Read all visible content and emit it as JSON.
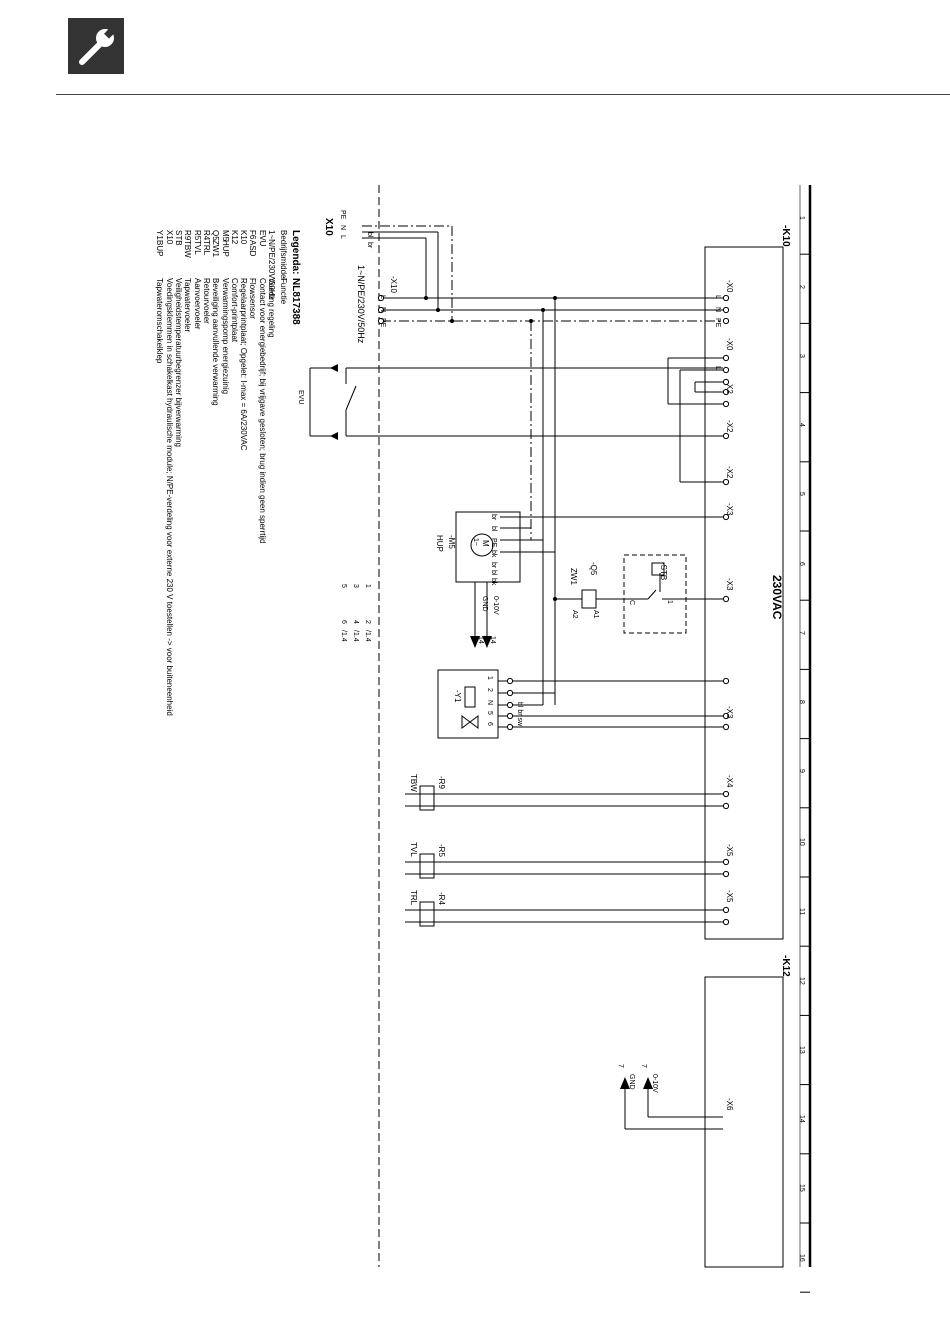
{
  "drawing": {
    "ruler_numbers": [
      "1",
      "2",
      "3",
      "4",
      "5",
      "6",
      "7",
      "8",
      "9",
      "10",
      "11",
      "12",
      "13",
      "14",
      "15",
      "16"
    ],
    "k10": "-K10",
    "k12": "-K12",
    "supply_voltage": "230VAC",
    "x10_terminal": "X10",
    "x10_label": "-X10",
    "supply_spec": "1~N/PE/230V/50Hz",
    "x10_pins": [
      "L",
      "N",
      "PE"
    ],
    "wire_colors_in": [
      "PE",
      "N",
      "L"
    ],
    "wire_bl": "bl",
    "wire_br": "br",
    "x0": "-X0",
    "x0_pins": [
      "L",
      "N",
      "PE"
    ],
    "x0_b": "-X0",
    "x2a": "X2",
    "x2b": "-X2",
    "x2c": "-X2",
    "x3a": "-X3",
    "x3b": "-X3",
    "x3c": "-X3",
    "x4": "-X4",
    "x5a": "-X5",
    "x5b": "-X5",
    "x6": "-X6",
    "pin_l": "L",
    "pin_1": "1",
    "pin_c": "C",
    "evu": "EVU",
    "stb": "-STB",
    "q5": "-Q5",
    "zw1": "ZW1",
    "a1": "A1",
    "a2": "A2",
    "m5": "-M5",
    "hup": "HUP",
    "motor_m": "M",
    "motor_phase": "1~",
    "motor_wires_left": [
      "br",
      "bl",
      "PE",
      "bk"
    ],
    "motor_wires_right": [
      "br",
      "bl",
      "bk"
    ],
    "signal_010v": "0-10V",
    "signal_gnd": "GND",
    "ref_14": "14",
    "ref_7": "7",
    "relay_refs": [
      "1",
      "2",
      "3",
      "4",
      "5",
      "6"
    ],
    "relay_ref_page": "/1.4",
    "y1": "-Y1",
    "y1_pins": [
      "1",
      "2",
      "N",
      "5",
      "6"
    ],
    "y1_wires": "bl br sw",
    "r9": "-R9",
    "tbw": "TBW",
    "r5": "-R5",
    "tvl": "TVL",
    "r4": "-R4",
    "trl": "TRL"
  },
  "legend": {
    "title": "Legenda:",
    "doc_code": "NL817388",
    "col_left_header": "Bedrijfsmiddel",
    "col_right_header": "Functie",
    "rows": [
      {
        "code": "1~N/PE/230V/50Hz",
        "extra": "",
        "func": "Voeding regeling"
      },
      {
        "code": "EVU",
        "extra": "",
        "func": "Contact voor energiebedrijf; bij vrijgave gesloten; brug indien geen sperrtijd"
      },
      {
        "code": "F6",
        "extra": "ASD",
        "func": "Flowsensor"
      },
      {
        "code": "K10",
        "extra": "",
        "func": "Regelaarprintplaat; Opgelet: I-max = 6A/230VAC"
      },
      {
        "code": "K12",
        "extra": "",
        "func": "Comfort-printplaat"
      },
      {
        "code": "M5",
        "extra": "HUP",
        "func": "Verwarmingspomp energiezuinig"
      },
      {
        "code": "Q5",
        "extra": "ZW1",
        "func": "Beveiliging aanvullende verwarming"
      },
      {
        "code": "R4",
        "extra": "TRL",
        "func": "Retourvoeler"
      },
      {
        "code": "R5",
        "extra": "TVL",
        "func": "Aanvoervoeler"
      },
      {
        "code": "R9",
        "extra": "TBW",
        "func": "Tapwatervoeler"
      },
      {
        "code": "STB",
        "extra": "",
        "func": "Veiligheidstemperatuurbegrenzer bijverwarming"
      },
      {
        "code": "X10",
        "extra": "",
        "func": "Voedingsklemmen in schakelkast hydraulische module; N/PE-verdeling voor externe 230 V toestellen -> voor buiteneenheid"
      },
      {
        "code": "Y1",
        "extra": "BUP",
        "func": "Tapwateromschakelklep"
      }
    ]
  },
  "colors": {
    "line": "#000000",
    "badge": "#333333",
    "rule": "#444444"
  },
  "icons": {
    "badge": "wrench-icon",
    "grounds": "ground-icon"
  }
}
